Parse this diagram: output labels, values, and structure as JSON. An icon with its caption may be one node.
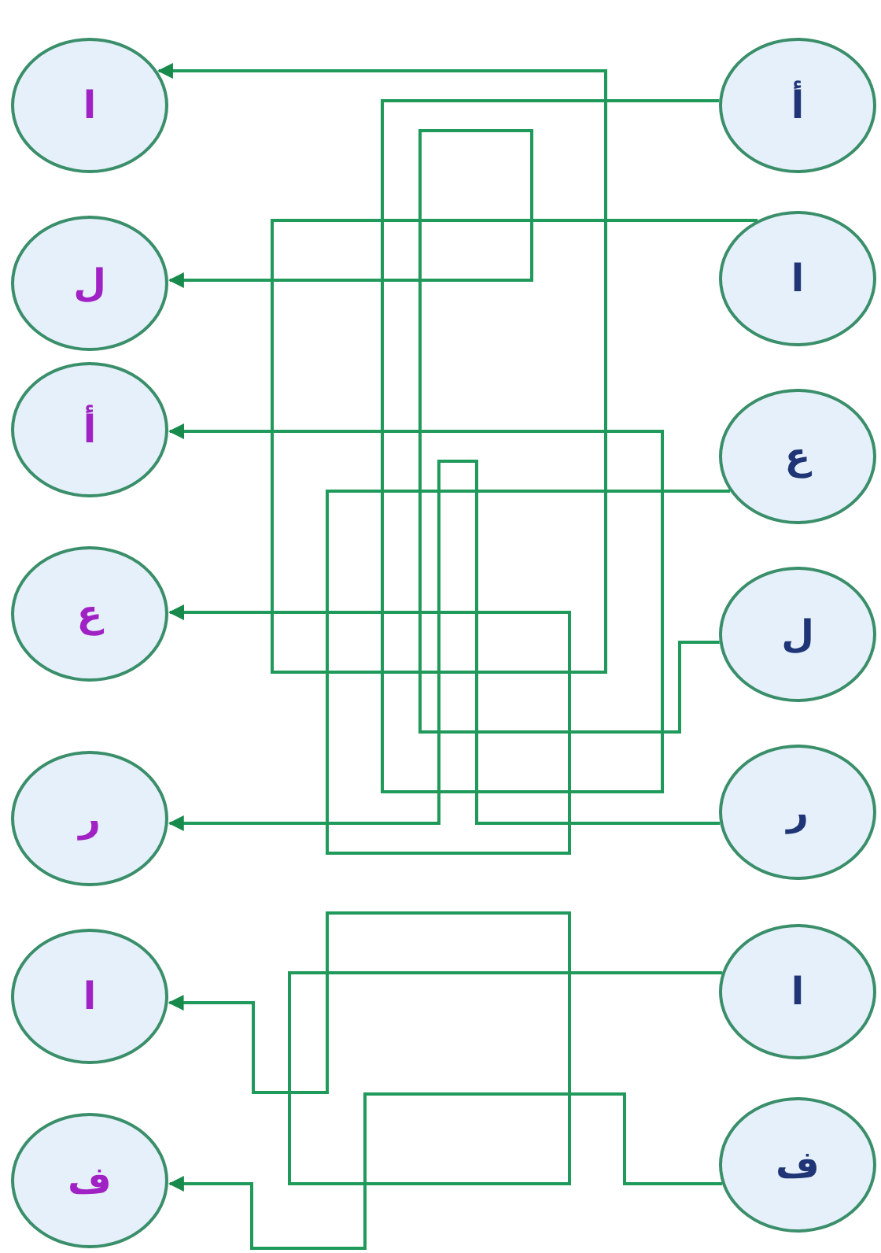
{
  "diagram": {
    "nodes": [
      {
        "text": [
          "ا"
        ]
      },
      {
        "text": [
          "أ"
        ]
      },
      {
        "text": [
          "ل"
        ]
      },
      {
        "text": [
          "ا"
        ]
      },
      {
        "text": [
          "أ"
        ]
      },
      {
        "text": [
          "ع"
        ]
      },
      {
        "text": [
          "ع"
        ]
      },
      {
        "text": [
          "ل"
        ]
      },
      {
        "text": [
          "ر"
        ]
      },
      {
        "text": [
          "ر"
        ]
      },
      {
        "text": [
          "ا"
        ]
      },
      {
        "text": [
          "ا"
        ]
      },
      {
        "text": [
          "ف"
        ]
      },
      {
        "text": [
          "ف"
        ]
      }
    ],
    "edges": [
      {
        "from": 1,
        "to": 4,
        "arrow": "to"
      },
      {
        "from": 3,
        "to": 0,
        "arrow": "to"
      },
      {
        "from": 5,
        "to": 6,
        "arrow": "to"
      },
      {
        "from": 7,
        "to": 2,
        "arrow": "to"
      },
      {
        "from": 9,
        "to": 8,
        "arrow": "to"
      },
      {
        "from": 11,
        "to": 10,
        "arrow": "to"
      },
      {
        "from": 13,
        "to": 12,
        "arrow": "to"
      }
    ]
  }
}
